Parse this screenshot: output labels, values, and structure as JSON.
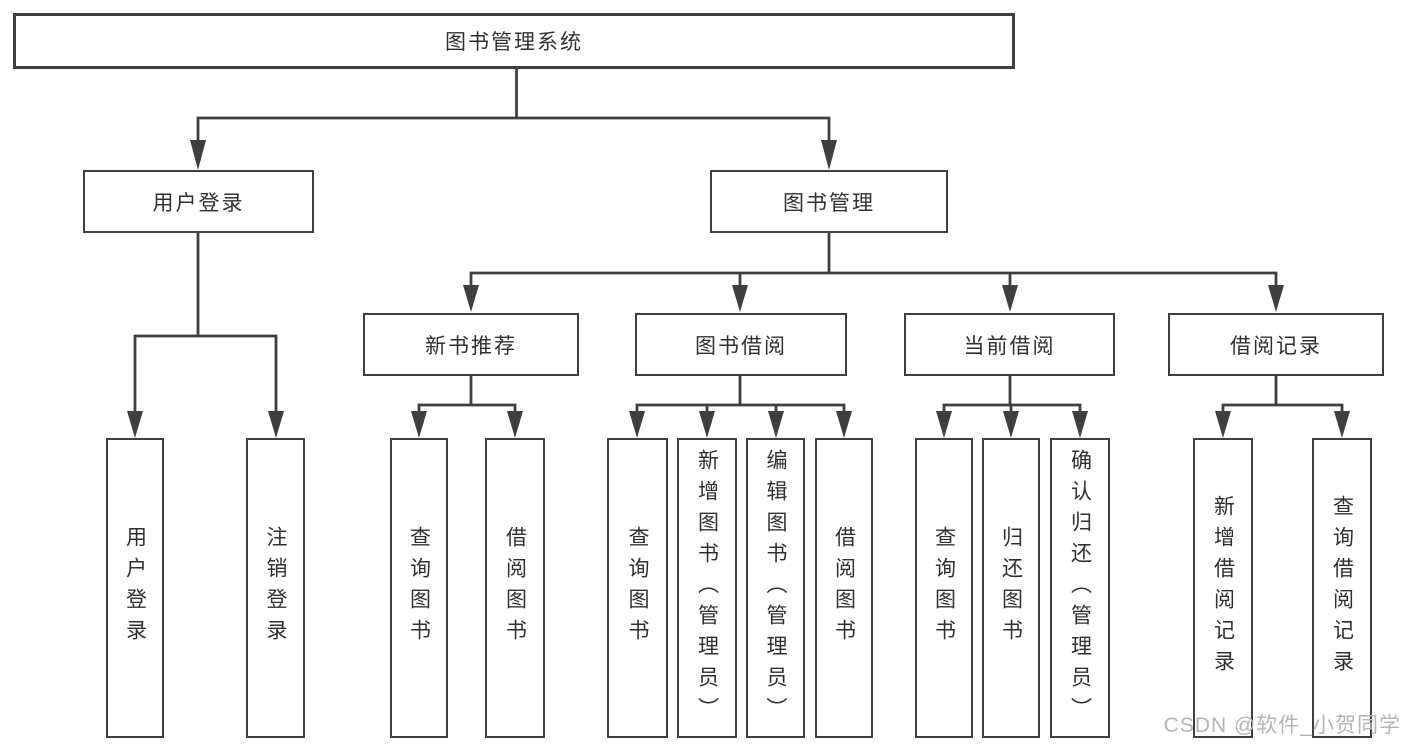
{
  "tree": {
    "label": "图书管理系统",
    "children": [
      {
        "label": "用户登录",
        "children": [
          {
            "label": "用户登录"
          },
          {
            "label": "注销登录"
          }
        ]
      },
      {
        "label": "图书管理",
        "children": [
          {
            "label": "新书推荐",
            "children": [
              {
                "label": "查询图书"
              },
              {
                "label": "借阅图书"
              }
            ]
          },
          {
            "label": "图书借阅",
            "children": [
              {
                "label": "查询图书"
              },
              {
                "label": "新增图书（管理员）"
              },
              {
                "label": "编辑图书（管理员）"
              },
              {
                "label": "借阅图书"
              }
            ]
          },
          {
            "label": "当前借阅",
            "children": [
              {
                "label": "查询图书"
              },
              {
                "label": "归还图书"
              },
              {
                "label": "确认归还（管理员）"
              }
            ]
          },
          {
            "label": "借阅记录",
            "children": [
              {
                "label": "新增借阅记录"
              },
              {
                "label": "查询借阅记录"
              }
            ]
          }
        ]
      }
    ]
  },
  "watermark": "CSDN @软件_小贺同学",
  "colors": {
    "line": "#3f3f3f",
    "text": "#303030",
    "watermark": "#b5b5b5",
    "background": "#ffffff"
  }
}
